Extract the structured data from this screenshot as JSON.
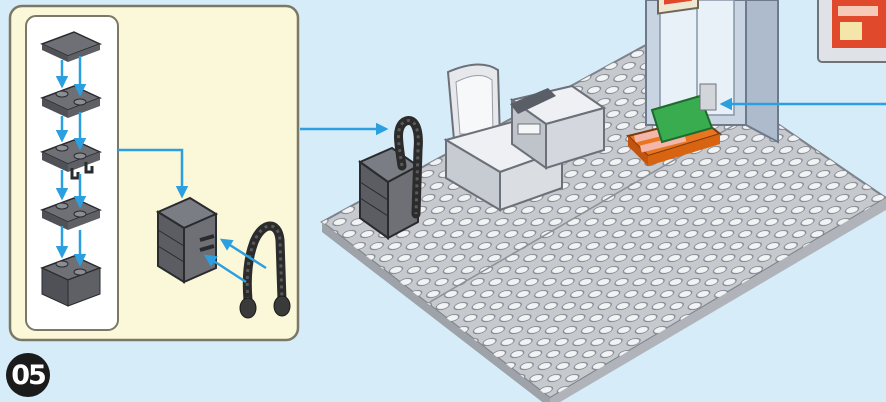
{
  "step": {
    "number": "05"
  },
  "colors": {
    "background": "#d6edf9",
    "callout_panel": "#fbf7d9",
    "callout_border": "#7b7866",
    "arrow": "#2c9fe0",
    "dark_brick": "#5b5d62",
    "baseplate": "#c6c9ce",
    "green_part": "#39ac4f",
    "orange_part": "#e9761f",
    "screen_red": "#e0492c"
  },
  "sub_assembly_parts": [
    "flat-tile-1x2",
    "plate-1x2",
    "plate-1x2-with-clips",
    "plate-1x2",
    "brick-1x2"
  ],
  "icons": {
    "callout": "sub-assembly-callout-icon",
    "hose": "black-flexible-hose-icon",
    "seat": "white-seat-icon",
    "console": "control-console-icon",
    "monitor": "monitor-screen-icon"
  }
}
